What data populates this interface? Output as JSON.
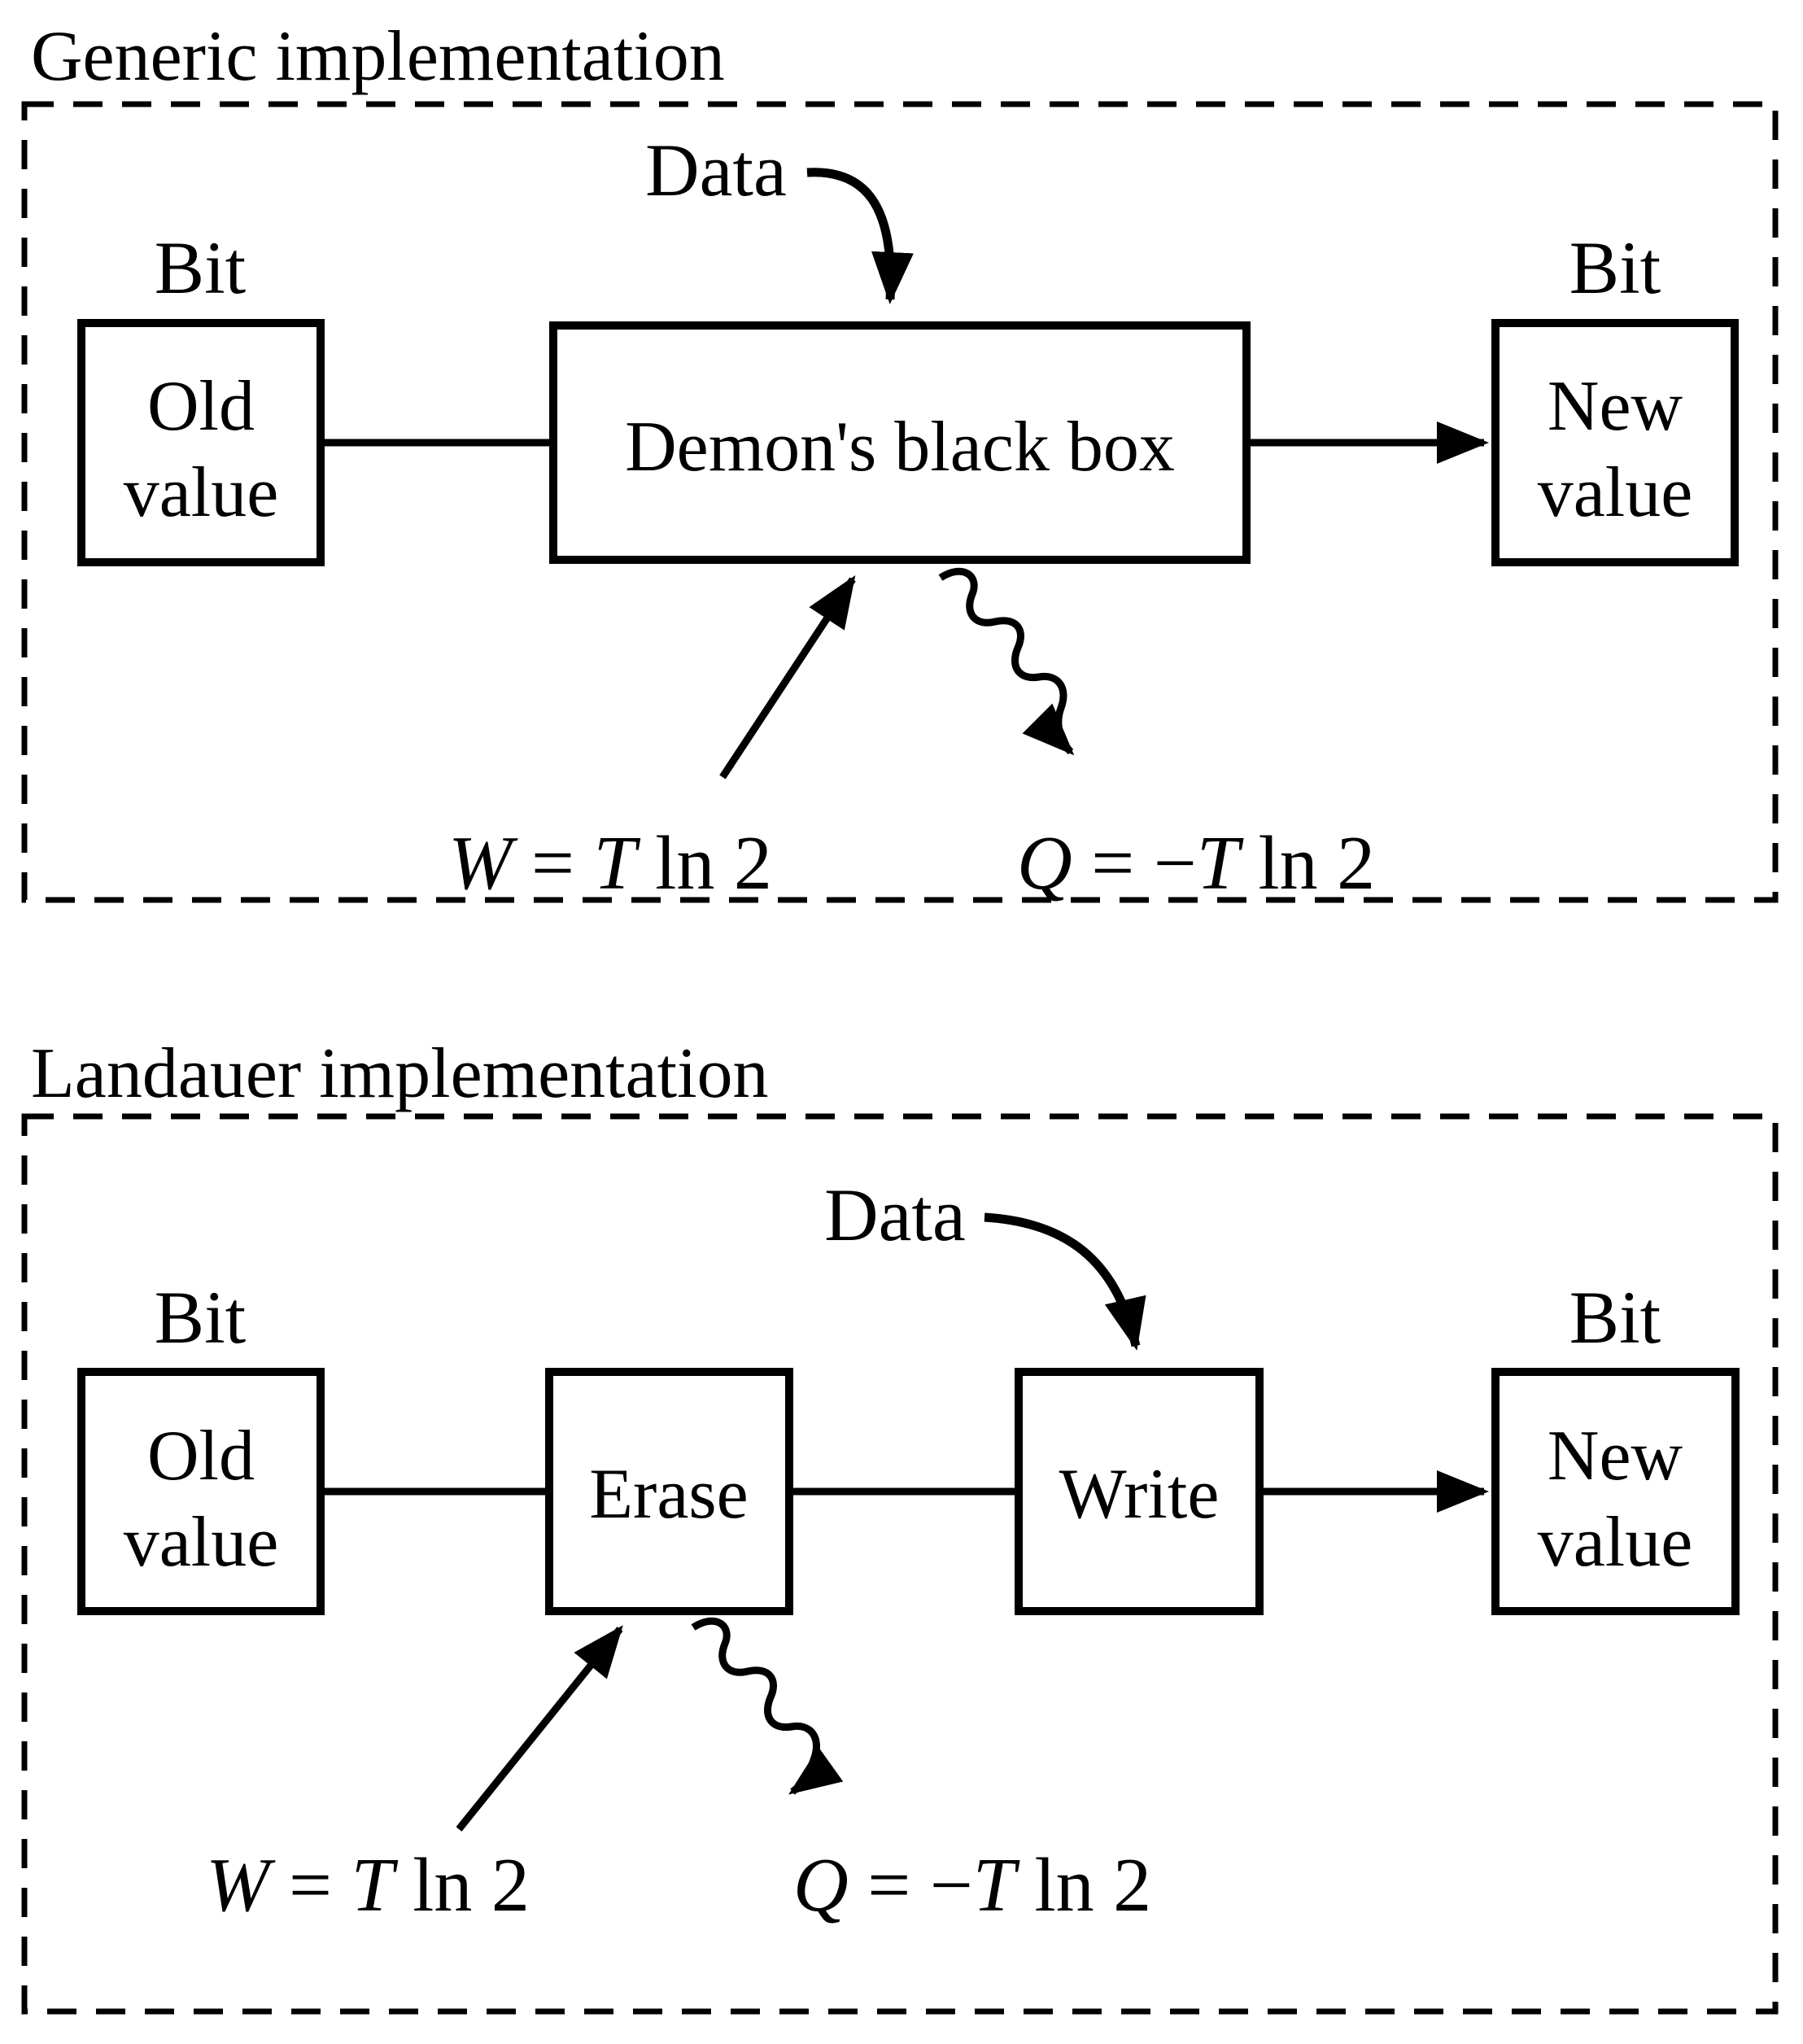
{
  "colors": {
    "ink": "#000000",
    "background": "#ffffff"
  },
  "sections": {
    "generic": {
      "title": "Generic implementation",
      "data_label": "Data",
      "bit_left": "Bit",
      "bit_right": "Bit",
      "old_value": {
        "line1": "Old",
        "line2": "value"
      },
      "process_box": "Demon's black box",
      "new_value": {
        "line1": "New",
        "line2": "value"
      },
      "work_formula": {
        "p0": "W",
        "p1": " = ",
        "p2": "T",
        "p3": " ln 2"
      },
      "heat_formula": {
        "p0": "Q",
        "p1": " = −",
        "p2": "T",
        "p3": " ln 2"
      }
    },
    "landauer": {
      "title": "Landauer implementation",
      "data_label": "Data",
      "bit_left": "Bit",
      "bit_right": "Bit",
      "old_value": {
        "line1": "Old",
        "line2": "value"
      },
      "erase_box": "Erase",
      "write_box": "Write",
      "new_value": {
        "line1": "New",
        "line2": "value"
      },
      "work_formula": {
        "p0": "W",
        "p1": " = ",
        "p2": "T",
        "p3": " ln 2"
      },
      "heat_formula": {
        "p0": "Q",
        "p1": " = −",
        "p2": "T",
        "p3": " ln 2"
      }
    }
  }
}
